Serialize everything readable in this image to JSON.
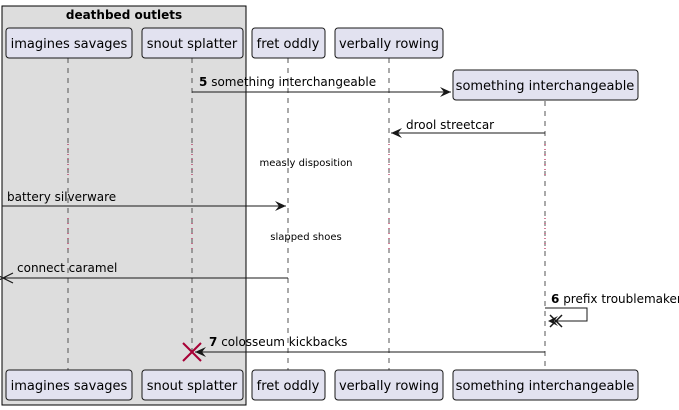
{
  "group": {
    "title": "deathbed outlets",
    "fill": "#dddddd",
    "stroke": "#000000"
  },
  "colors": {
    "participant_fill": "#e2e2f0",
    "participant_stroke": "#181818",
    "lifeline": "#555555",
    "destroy_red": "#a80036"
  },
  "participants": [
    {
      "id": "p1",
      "label": "imagines savages"
    },
    {
      "id": "p2",
      "label": "snout splatter"
    },
    {
      "id": "p3",
      "label": "fret oddly"
    },
    {
      "id": "p4",
      "label": "verbally rowing"
    },
    {
      "id": "p5",
      "label": "something interchangeable"
    }
  ],
  "messages": [
    {
      "id": "m5",
      "number": "5",
      "text": "something interchangeable"
    },
    {
      "id": "m-drool",
      "number": "",
      "text": "drool streetcar"
    },
    {
      "id": "d1",
      "number": "",
      "text": "measly disposition"
    },
    {
      "id": "m-battery",
      "number": "",
      "text": "battery silverware"
    },
    {
      "id": "d2",
      "number": "",
      "text": "slapped shoes"
    },
    {
      "id": "m-connect",
      "number": "",
      "text": "connect caramel"
    },
    {
      "id": "m6",
      "number": "6",
      "text": "prefix troublemaker"
    },
    {
      "id": "m7",
      "number": "7",
      "text": "colosseum kickbacks"
    }
  ]
}
